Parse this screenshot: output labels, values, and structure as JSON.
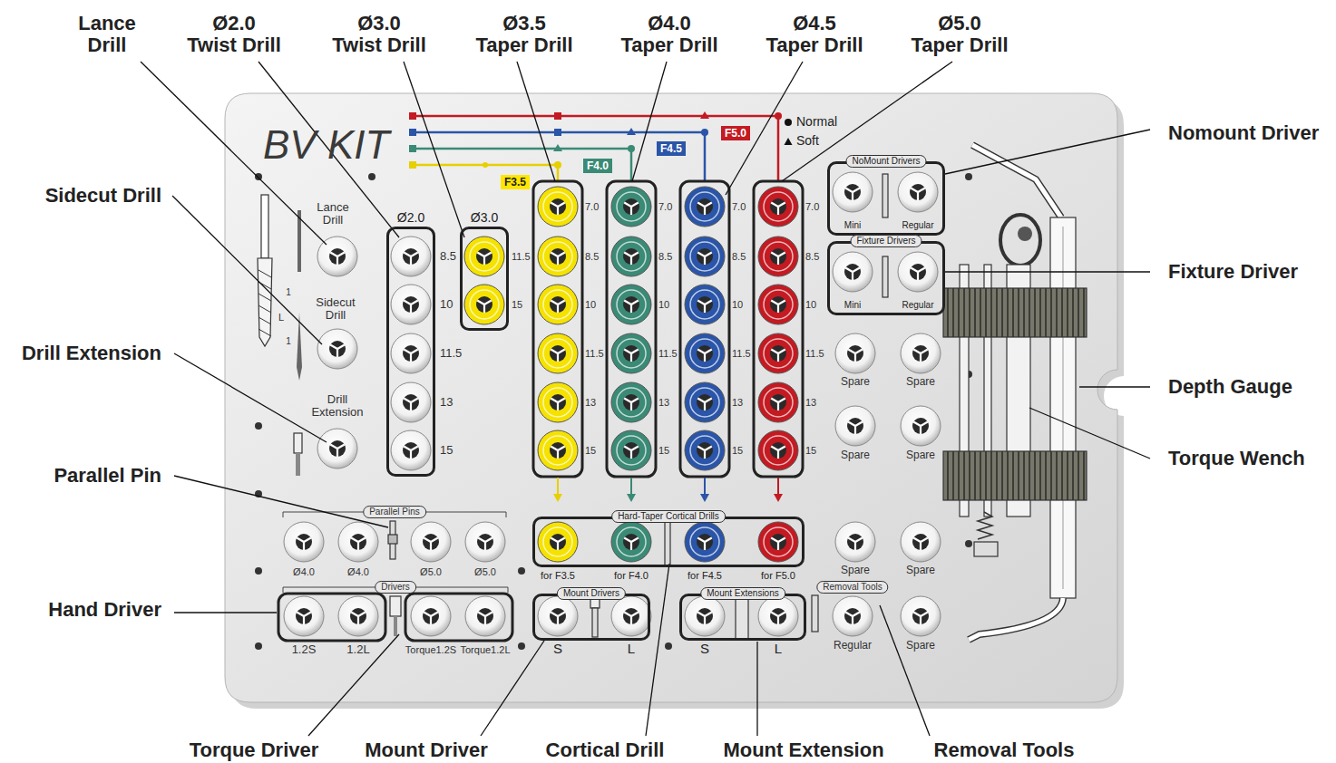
{
  "diagram": {
    "nodes": [
      {
        "text": [
          "BV KIT"
        ]
      },
      {
        "text": [
          "F3.5"
        ],
        "in": 0
      },
      {
        "text": [
          "F4.0"
        ],
        "in": 0
      },
      {
        "text": [
          "F4.5"
        ],
        "in": 0
      },
      {
        "text": [
          "F5.0"
        ],
        "in": 0
      },
      {
        "text": [
          "NoMount Drivers",
          "Mini",
          "Regular"
        ],
        "in": 0
      },
      {
        "text": [
          "Ø2.0"
        ],
        "in": 0
      },
      {
        "text": [
          "Ø3.0"
        ],
        "in": 0
      },
      {
        "text": [
          "Fixture Drivers",
          "Mini",
          "Regular"
        ],
        "in": 0
      },
      {
        "text": [
          "Hard-Taper Cortical Drills",
          "for F3.5",
          "for F4.0",
          "for F4.5",
          "for F5.0"
        ],
        "in": 0
      },
      {
        "text": [
          "Mount Drivers",
          "S",
          "L"
        ],
        "in": 0
      },
      {
        "text": [
          "Mount Extensions",
          "S",
          "L"
        ],
        "in": 0
      }
    ],
    "labels": [
      "Lance Drill",
      "Ø2.0 Twist Drill",
      "Ø3.0 Twist Drill",
      "Ø3.5 Taper Drill",
      "Ø4.0 Taper Drill",
      "Ø4.5 Taper Drill",
      "Ø5.0 Taper Drill",
      "Nomount Driver",
      "Sidecut Drill",
      "Fixture Driver",
      "Drill Extension",
      "Depth Gauge",
      "Torque Wench",
      "Parallel Pin",
      "Hand Driver",
      "Torque Driver",
      "Mount Driver",
      "Cortical Drill",
      "Mount Extension",
      "Removal Tools",
      "Lance Drill",
      "1",
      "L",
      "1",
      "Sidecut Drill",
      "Drill Extension",
      "8.5",
      "10",
      "11.5",
      "13",
      "15",
      "11.5",
      "15",
      "7.0",
      "8.5",
      "10",
      "11.5",
      "13",
      "15",
      "7.0",
      "8.5",
      "10",
      "11.5",
      "13",
      "15",
      "7.0",
      "8.5",
      "10",
      "11.5",
      "13",
      "15",
      "7.0",
      "8.5",
      "10",
      "11.5",
      "13",
      "15",
      "Parallel Pins",
      "Ø4.0",
      "Ø4.0",
      "Ø5.0",
      "Ø5.0",
      "Drivers",
      "1.2S",
      "1.2L",
      "Torque1.2S",
      "Torque1.2L",
      "Spare",
      "Spare",
      "Spare",
      "Spare",
      "Spare",
      "Spare",
      "Removal Tools",
      "Regular",
      "Spare"
    ],
    "legend": [
      {
        "text": "Normal"
      },
      {
        "text": "Soft"
      }
    ]
  }
}
